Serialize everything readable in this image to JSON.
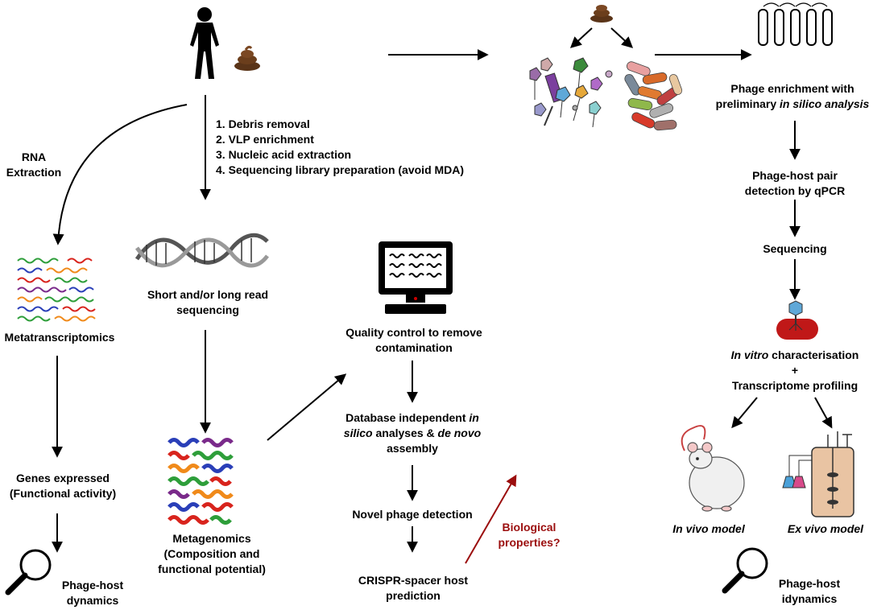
{
  "colors": {
    "arrow": "#000000",
    "accent_arrow": "#9b0e0e",
    "accent_text": "#9b0e0e",
    "dna_green": "#2e9e3a",
    "dna_blue": "#2a3fb8",
    "dna_red": "#d8241d",
    "dna_orange": "#f08a1a",
    "dna_purple": "#7a2a8a",
    "tissue": "#e9c4a3",
    "bacteria_red": "#c01818"
  },
  "icons": {
    "human": "human-silhouette-icon",
    "stool": "stool-icon",
    "helix": "dna-helix-icon",
    "computer": "computer-icon",
    "tubes": "test-tubes-icon",
    "mouse": "mouse-icon",
    "bioreactor": "bioreactor-icon",
    "magnifier": "magnifying-glass-icon"
  },
  "labels": {
    "steps": [
      "1. Debris removal",
      "2. VLP enrichment",
      "3. Nucleic acid extraction",
      "4. Sequencing library preparation (avoid MDA)"
    ],
    "rna_line1": "RNA",
    "rna_line2": "Extraction",
    "metatranscriptomics": "Metatranscriptomics",
    "genes_line1": "Genes expressed",
    "genes_line2": "(Functional activity)",
    "dyn_left_line1": "Phage-host",
    "dyn_left_line2": "dynamics",
    "seq_line1": "Short and/or long read",
    "seq_line2": "sequencing",
    "metagenomics_line1": "Metagenomics",
    "metagenomics_line2": "(Composition and",
    "metagenomics_line3": "functional potential)",
    "qc_line1": "Quality control to remove",
    "qc_line2": "contamination",
    "db_line1a": "Database independent ",
    "db_line1b": "in",
    "db_line2a": "silico",
    "db_line2b": " analyses & ",
    "db_line2c": "de novo",
    "db_line3": "assembly",
    "novel": "Novel phage detection",
    "crispr_line1": "CRISPR-spacer host",
    "crispr_line2": "prediction",
    "bio_line1": "Biological",
    "bio_line2": "properties?",
    "enrich_line1": "Phage enrichment with",
    "enrich_line2a": "preliminary ",
    "enrich_line2b": "in silico analysis",
    "pair_line1": "Phage-host pair",
    "pair_line2": "detection by qPCR",
    "sequencing": "Sequencing",
    "invitro_a": "In vitro",
    "invitro_b": " characterisation",
    "plus": "+",
    "transcriptome": "Transcriptome profiling",
    "invivo": "In vivo model",
    "exvivo": "Ex vivo model",
    "dyn_right_line1": "Phage-host",
    "dyn_right_line2": "idynamics"
  }
}
